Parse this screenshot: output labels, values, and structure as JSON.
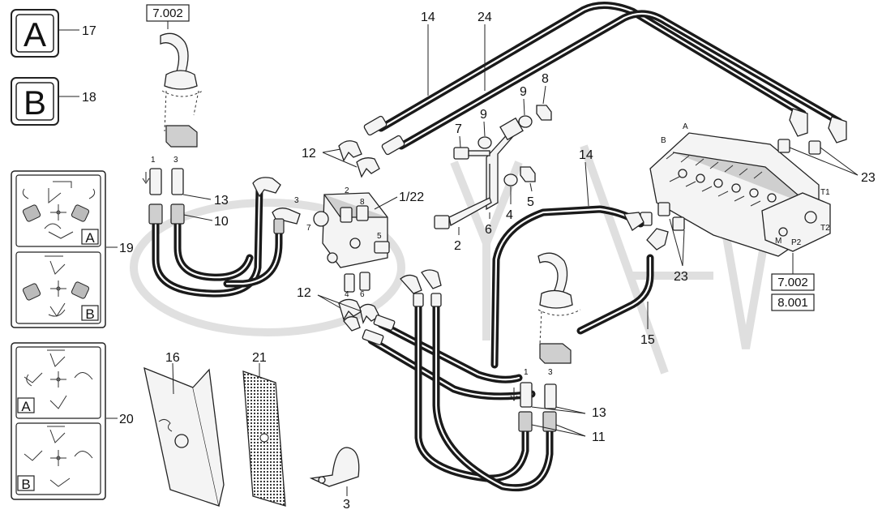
{
  "badges": {
    "a": {
      "letter": "A",
      "callout": "17"
    },
    "b": {
      "letter": "B",
      "callout": "18"
    }
  },
  "panels": {
    "p19": {
      "callout": "19",
      "letter": "A",
      "letter2": "B"
    },
    "p20": {
      "callout": "20",
      "letter": "A",
      "letter2": "B"
    }
  },
  "references": {
    "top_left": "7.002",
    "right_1": "7.002",
    "right_2": "8.001"
  },
  "callouts": {
    "c14a": "14",
    "c24": "24",
    "c8": "8",
    "c9a": "9",
    "c9b": "9",
    "c7": "7",
    "c12a": "12",
    "c12b": "12",
    "c1_22": "1/22",
    "c13a": "13",
    "c13b": "13",
    "c10": "10",
    "c11": "11",
    "c14b": "14",
    "c23a": "23",
    "c23b": "23",
    "c15": "15",
    "c2": "2",
    "c6": "6",
    "c4": "4",
    "c5": "5",
    "c16": "16",
    "c21": "21",
    "c3": "3"
  },
  "port_marks": {
    "p1a": "1",
    "p3a": "3",
    "p2": "2",
    "p8": "8",
    "p3b": "3",
    "p7": "7",
    "p5": "5",
    "p4": "4",
    "p6": "6",
    "p1b": "1",
    "p3c": "3",
    "vA": "A",
    "vB": "B",
    "vT1": "T1",
    "vT2": "T2",
    "vM": "M",
    "vP2": "P2"
  },
  "icons": [
    "joystick-icon",
    "valve-block-icon",
    "hose-icon",
    "fitting-icon",
    "bracket-icon",
    "clamp-icon",
    "decal-icon"
  ]
}
